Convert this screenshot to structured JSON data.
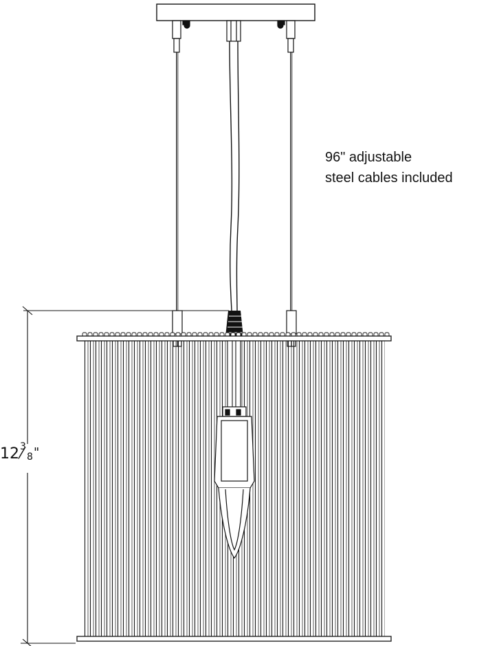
{
  "cable_note": {
    "line1": "96\" adjustable",
    "line2": "steel cables included"
  },
  "height_dimension": {
    "whole": "12",
    "numerator": "3",
    "denominator": "8",
    "unit": "\""
  },
  "colors": {
    "line": "#111111",
    "background": "#ffffff"
  }
}
